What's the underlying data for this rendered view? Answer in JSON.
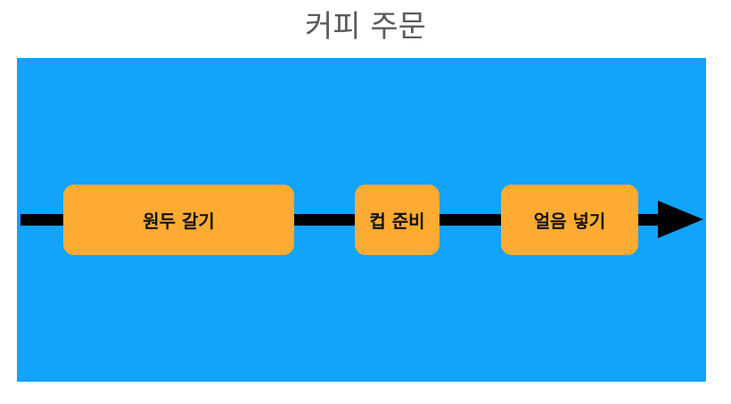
{
  "title": "커피 주문",
  "colors": {
    "panel": "#12a3fb",
    "step_fill": "#fdab32",
    "flow_line": "#000000",
    "title_text": "#5b5b5b"
  },
  "steps": [
    {
      "label": "원두 갈기"
    },
    {
      "label": "컵 준비"
    },
    {
      "label": "얼음 넣기"
    }
  ]
}
